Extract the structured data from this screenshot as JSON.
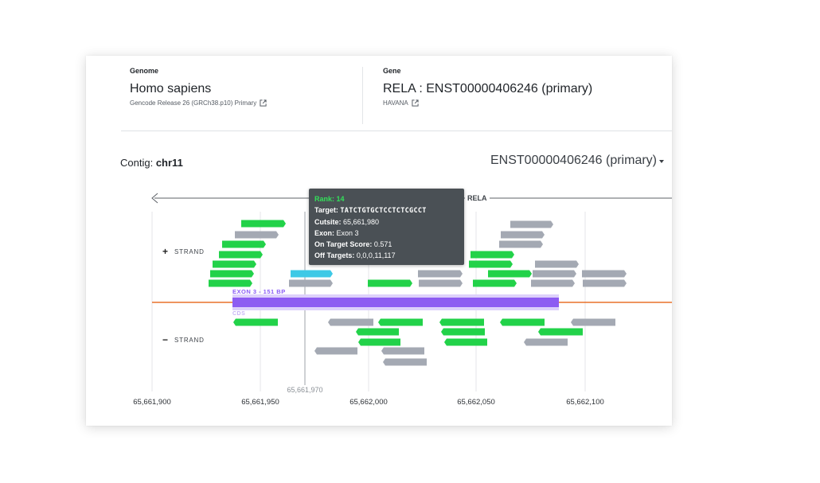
{
  "genome": {
    "label": "Genome",
    "species": "Homo sapiens",
    "release": "Gencode Release 26 (GRCh38.p10) Primary",
    "link_icon": "external-link-icon"
  },
  "gene": {
    "label": "Gene",
    "name": "RELA : ENST00000406246 (primary)",
    "source": "HAVANA",
    "link_icon": "external-link-icon"
  },
  "contig": {
    "prefix": "Contig:",
    "value": "chr11"
  },
  "transcript_selector": {
    "selected": "ENST00000406246 (primary)",
    "icon": "caret-down-icon"
  },
  "track": {
    "gene_label": "RELA",
    "plus_strand_symbol": "+",
    "plus_strand_label": "STRAND",
    "minus_strand_symbol": "−",
    "minus_strand_label": "STRAND",
    "exon_label": "EXON 3 - 151 BP",
    "cds_label": "CDS",
    "cursor_position": "65,661,970",
    "axis_ticks": [
      "65,661,900",
      "65,661,950",
      "65,662,000",
      "65,662,050",
      "65,662,100"
    ],
    "colors": {
      "guide_green": "#22d249",
      "guide_gray": "#a4a9b3",
      "guide_selected": "#3ec9e6",
      "exon": "#8d5cf2",
      "cds": "#cdb9f7",
      "contig_line": "#e8702a"
    }
  },
  "tooltip": {
    "rank_label": "Rank:",
    "rank_value": "14",
    "target_label": "Target:",
    "target_value": "TATCTGTGCTCCTCTCGCCT",
    "cutsite_label": "Cutsite:",
    "cutsite_value": "65,661,980",
    "exon_label": "Exon:",
    "exon_value": "Exon 3",
    "on_target_label": "On Target Score:",
    "on_target_value": "0.571",
    "off_targets_label": "Off Targets:",
    "off_targets_value": "0,0,0,11,117"
  }
}
